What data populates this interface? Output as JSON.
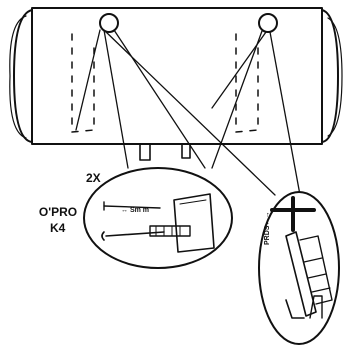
{
  "labels": {
    "quantity": "2X",
    "tool_name": "O'PRO",
    "tool_model": "K4",
    "screw_dimension": "↔ Sm m",
    "tube_marking": "PRDS←→"
  },
  "colors": {
    "ink": "#111111",
    "paper": "#ffffff",
    "tank_fill": "#ffffff"
  },
  "icons": [
    "drill-icon",
    "screw-icon",
    "wall-plug-icon",
    "bracket-icon"
  ]
}
